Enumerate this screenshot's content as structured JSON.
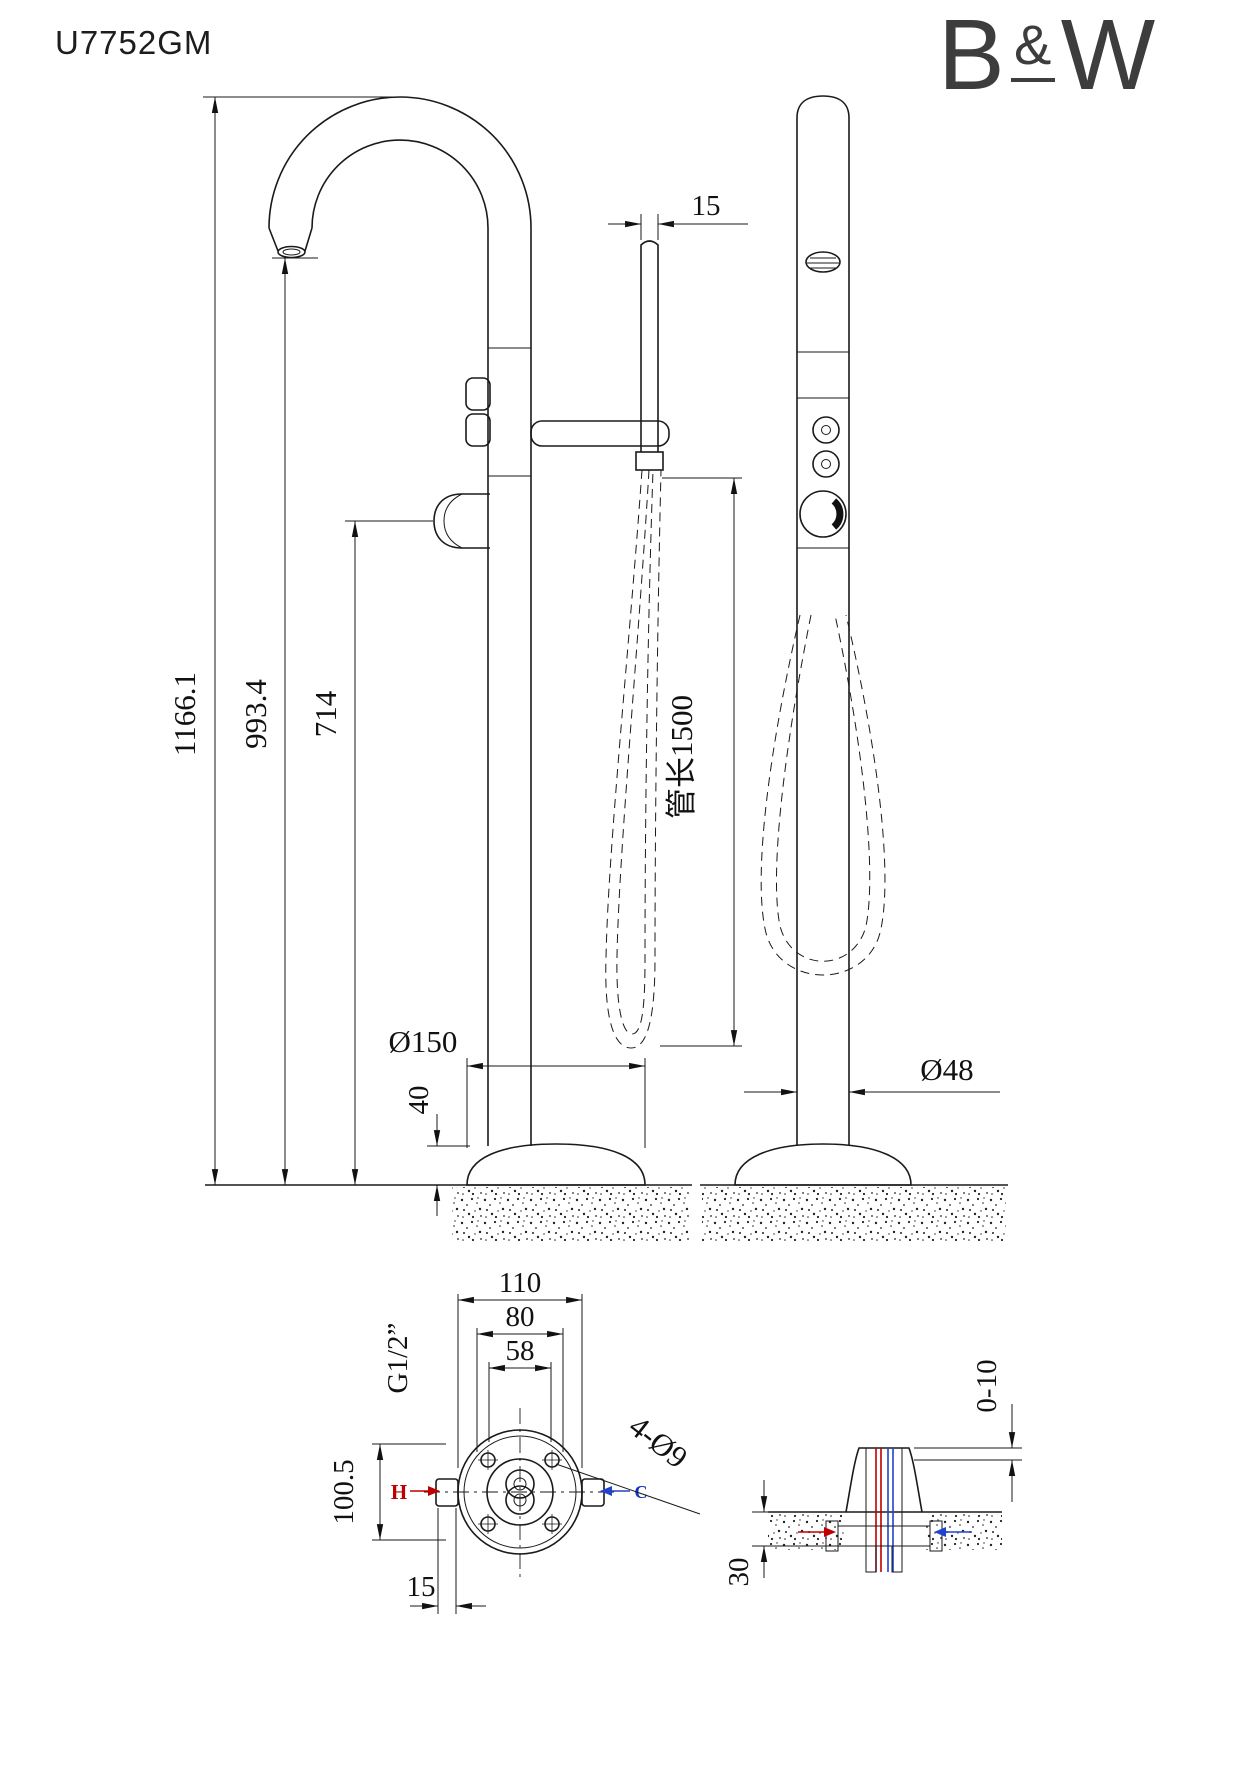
{
  "header": {
    "model": "U7752GM",
    "brand": {
      "b": "B",
      "amp": "&",
      "w": "W"
    }
  },
  "front_view": {
    "dim_total_height": "1166.1",
    "dim_spout_height": "993.4",
    "dim_handle_height": "714",
    "dim_handshower_width": "15",
    "dim_hose_length": "管长1500",
    "dim_base_diameter": "Ø150",
    "dim_base_height": "40"
  },
  "side_view": {
    "dim_pipe_diameter": "Ø48"
  },
  "install_view": {
    "dim_flange_diameter": "110",
    "dim_bolt_circle": "80",
    "dim_inner_circle": "58",
    "thread_label": "G1/2”",
    "dim_center_height": "100.5",
    "dim_inlet_offset": "15",
    "holes_label": "4-Ø9",
    "hot_label": "H",
    "cold_label": "C"
  },
  "section_view": {
    "dim_floor_gap": "0-10",
    "dim_embed_depth": "30"
  }
}
